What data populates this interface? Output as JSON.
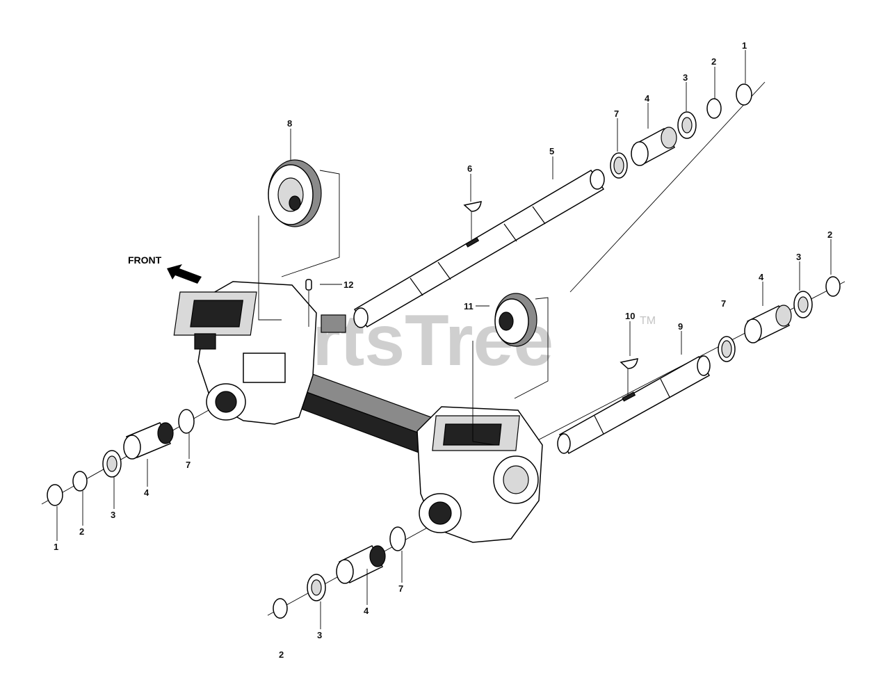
{
  "front_label": "FRONT",
  "watermark": "PartsTree",
  "watermark_tm": "TM",
  "callouts": {
    "c1a": "1",
    "c1b": "1",
    "c2a": "2",
    "c2b": "2",
    "c2c": "2",
    "c2d": "2",
    "c3a": "3",
    "c3b": "3",
    "c3c": "3",
    "c3d": "3",
    "c4a": "4",
    "c4b": "4",
    "c4c": "4",
    "c4d": "4",
    "c5": "5",
    "c6": "6",
    "c7a": "7",
    "c7b": "7",
    "c7c": "7",
    "c7d": "7",
    "c8": "8",
    "c9": "9",
    "c10": "10",
    "c11": "11",
    "c12": "12"
  }
}
